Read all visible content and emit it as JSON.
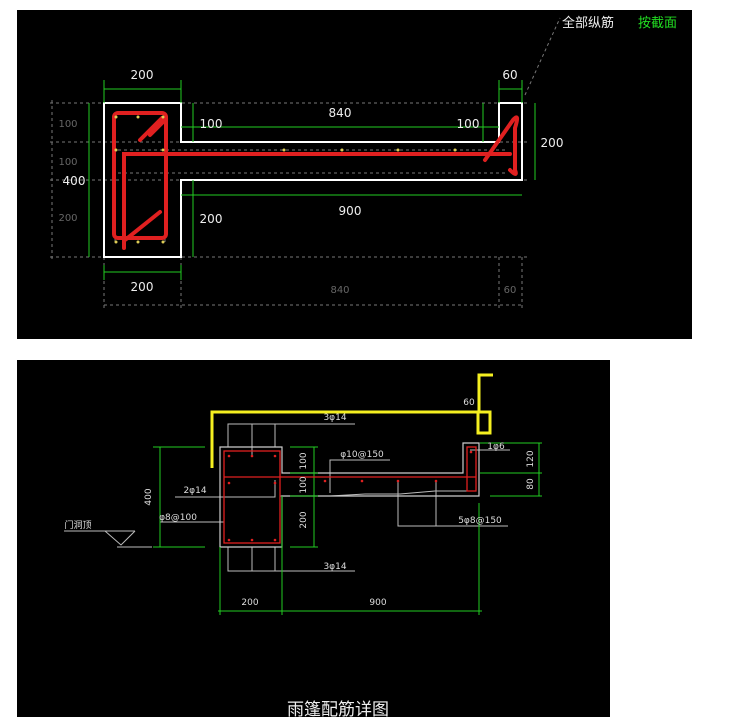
{
  "top_panel": {
    "header": {
      "all_rebar_label": "全部纵筋",
      "by_section_label": "按截面"
    },
    "colors": {
      "rebar": "#e02020",
      "dimension": "#22cc22",
      "outline": "#ffffff",
      "active_text": "#22dd22"
    },
    "dims": {
      "col_width_top": "200",
      "slab_length_top": "840",
      "slab_top_left": "100",
      "slab_top_right": "100",
      "end_width_top": "60",
      "end_height": "200",
      "total_height": "400",
      "slab_length_mid": "900",
      "col_lower": "200",
      "col_width_bottom": "200",
      "gray_840": "840",
      "gray_60": "60",
      "gray_100_a": "100",
      "gray_100_b": "100",
      "gray_200": "200"
    }
  },
  "bottom_panel": {
    "title": "雨篷配筋详图",
    "door_label": "门洞顶",
    "labels": {
      "top_bars": "3φ14",
      "slab_bars": "φ10@150",
      "mid_bars": "2φ14",
      "stirrups": "φ8@100",
      "end_bar": "1φ6",
      "dist_bars": "5φ8@150",
      "bottom_bars": "3φ14",
      "hook_60": "60"
    },
    "dims": {
      "height_400": "400",
      "h100_a": "100",
      "h100_b": "100",
      "h200": "200",
      "r120": "120",
      "r80": "80",
      "b200": "200",
      "b900": "900"
    }
  }
}
